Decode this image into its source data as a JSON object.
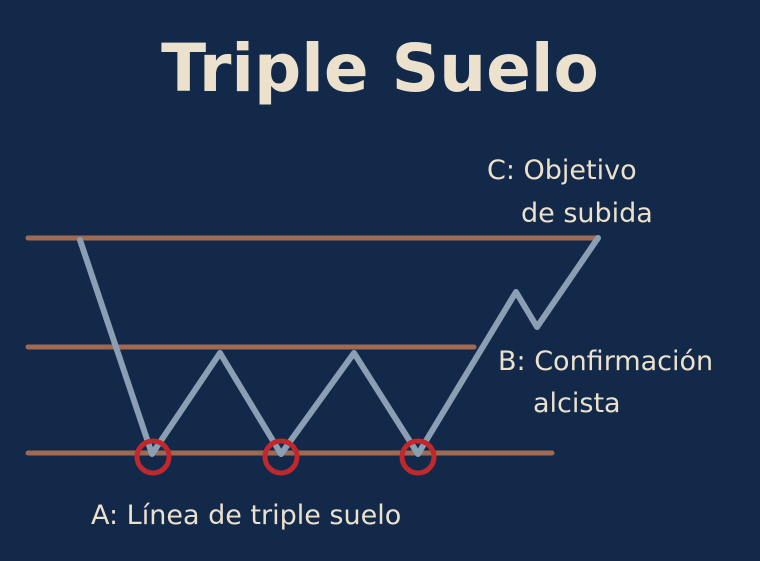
{
  "title": "Triple Suelo",
  "labels": {
    "c_line1": "C: Objetivo",
    "c_line2": "de subida",
    "b_line1": "B: Confirmación",
    "b_line2": "alcista",
    "a_line": "A: Línea de triple suelo"
  },
  "colors": {
    "background": "#13294a",
    "level_lines": "#a06a52",
    "price_path": "#8b9fb4",
    "bottom_markers": "#c0282c",
    "text": "#ece1cc"
  }
}
